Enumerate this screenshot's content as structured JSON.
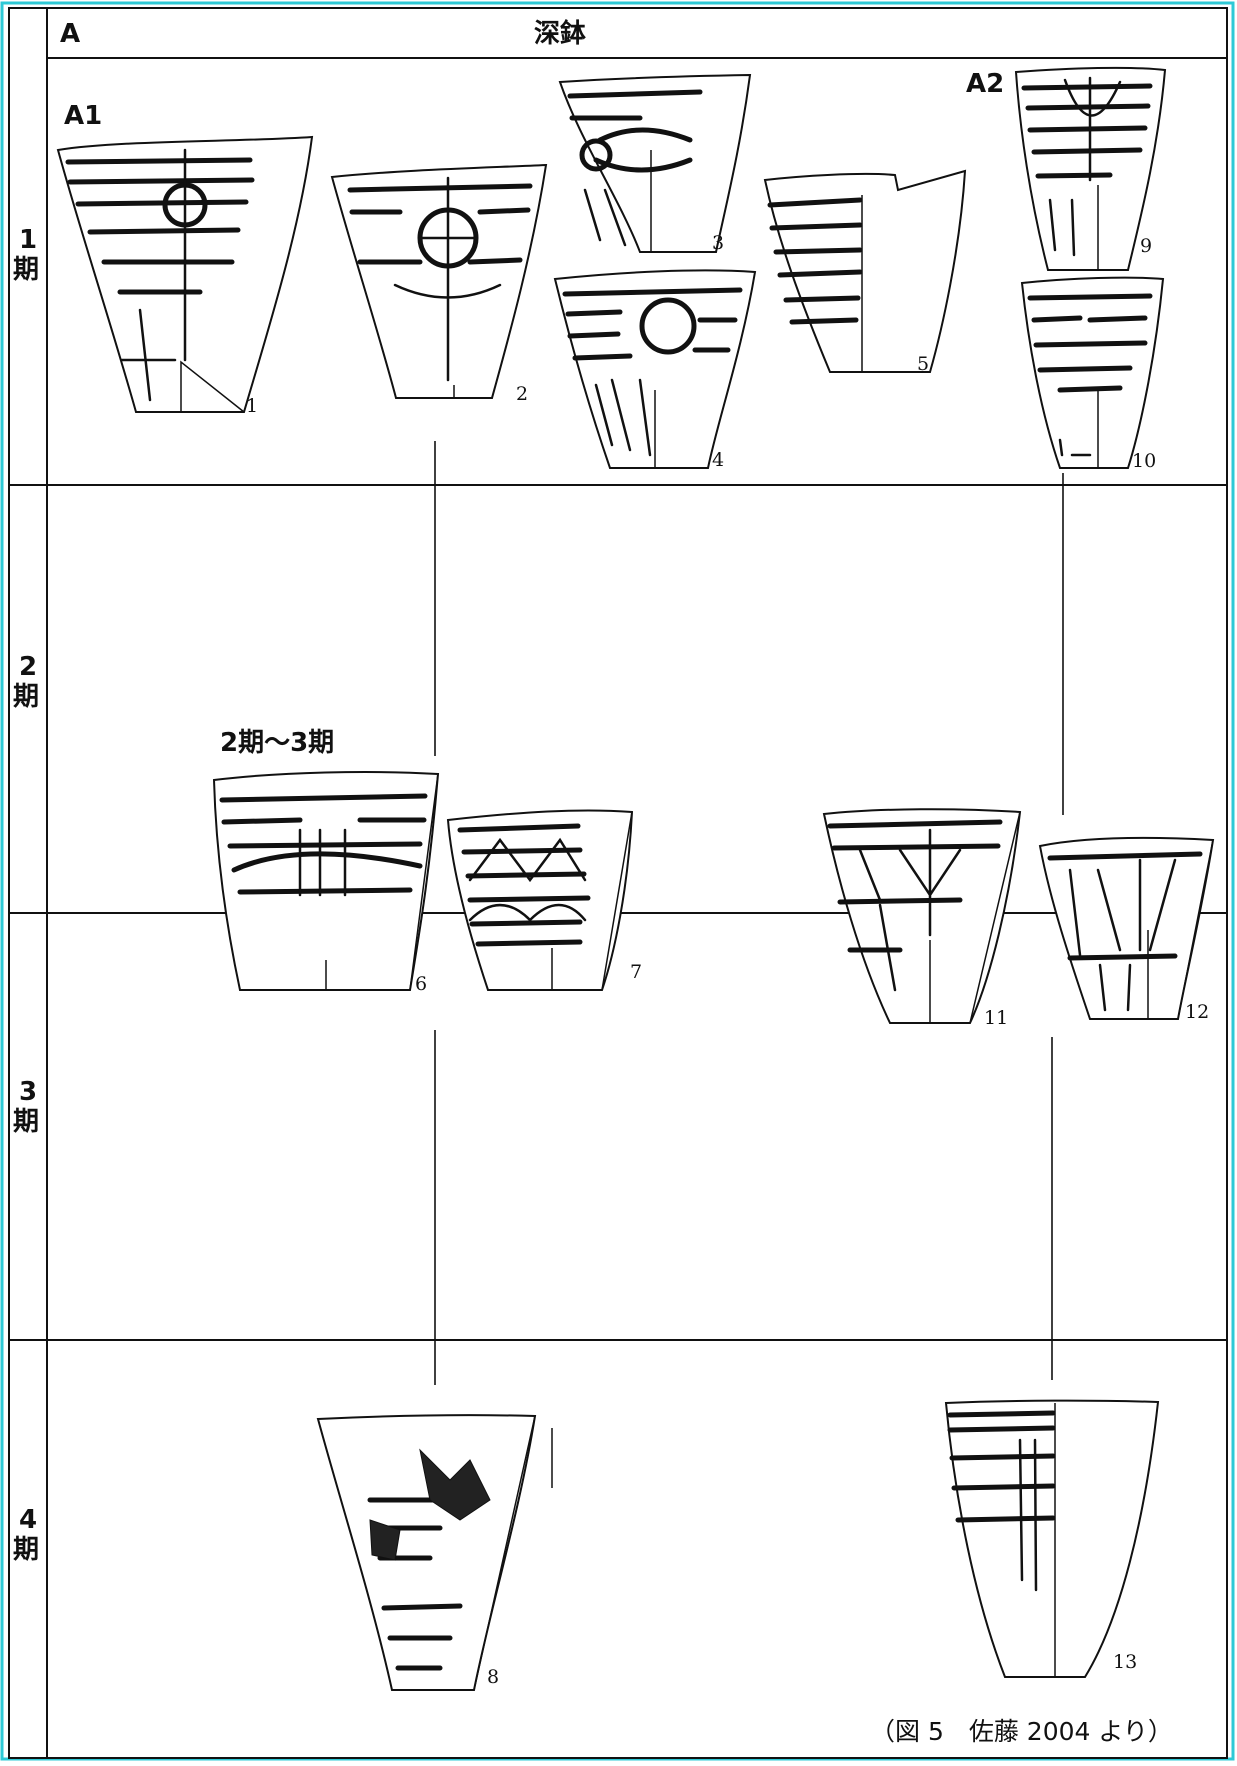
{
  "header": {
    "column_label": "A",
    "title": "深鉢"
  },
  "groups": {
    "a1": "A1",
    "a2": "A2",
    "transition": "2期～3期"
  },
  "periods": [
    {
      "num": "1",
      "unit": "期"
    },
    {
      "num": "2",
      "unit": "期"
    },
    {
      "num": "3",
      "unit": "期"
    },
    {
      "num": "4",
      "unit": "期"
    }
  ],
  "vessels": [
    {
      "id": "1"
    },
    {
      "id": "2"
    },
    {
      "id": "3"
    },
    {
      "id": "4"
    },
    {
      "id": "5"
    },
    {
      "id": "6"
    },
    {
      "id": "7"
    },
    {
      "id": "8"
    },
    {
      "id": "9"
    },
    {
      "id": "10"
    },
    {
      "id": "11"
    },
    {
      "id": "12"
    },
    {
      "id": "13"
    }
  ],
  "caption": "（図 5　佐藤 2004 より）",
  "colors": {
    "frame": "#2ec9d6",
    "ink": "#111111",
    "paper": "#ffffff"
  }
}
